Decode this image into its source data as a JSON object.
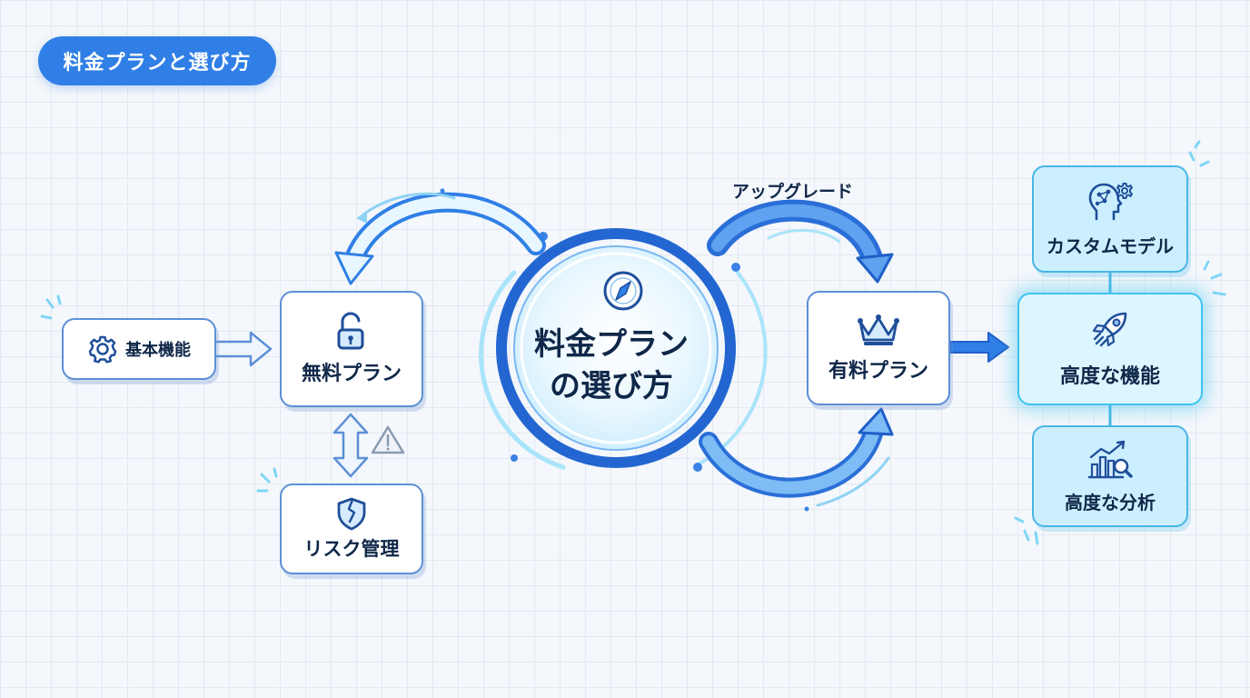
{
  "header": {
    "title": "料金プランと選び方"
  },
  "center": {
    "line1": "料金プラン",
    "line2": "の選び方"
  },
  "nodes": {
    "basic_features": "基本機能",
    "free_plan": "無料プラン",
    "risk_management": "リスク管理",
    "paid_plan": "有料プラン",
    "custom_model": "カスタムモデル",
    "advanced_features": "高度な機能",
    "advanced_analytics": "高度な分析"
  },
  "edges": {
    "upgrade_label": "アップグレード"
  },
  "icons": {
    "basic_features": "gear-icon",
    "free_plan": "unlocked-padlock-icon",
    "risk_management": "broken-shield-icon",
    "warning": "warning-triangle-icon",
    "center": "compass-icon",
    "paid_plan": "crown-icon",
    "custom_model": "ai-head-gear-icon",
    "advanced_features": "rocket-icon",
    "advanced_analytics": "bar-chart-magnifier-icon"
  },
  "colors": {
    "primary_blue": "#2f7fe6",
    "dark_blue": "#1f5fc8",
    "light_blue": "#8fd3f5",
    "cyan_fill": "#ccefff",
    "text_navy": "#0f2748"
  }
}
